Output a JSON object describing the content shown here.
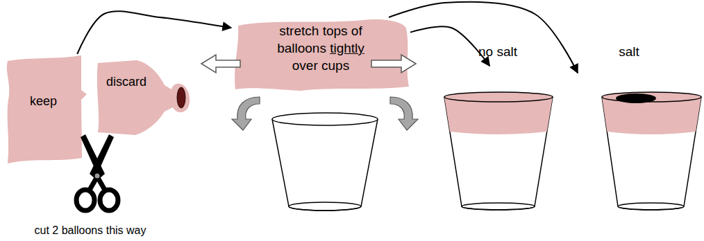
{
  "diagram": {
    "nodes": [
      {
        "text": [
          "keep"
        ]
      },
      {
        "text": [
          "discard"
        ]
      },
      {
        "text": [
          "stretch tops of balloons tightly over cups"
        ]
      },
      {
        "text": [
          "no salt"
        ]
      },
      {
        "text": [
          "salt"
        ]
      }
    ],
    "edges": [
      {
        "from": 0,
        "to": 2,
        "arrow": "to"
      },
      {
        "from": 2,
        "to": 3,
        "arrow": "to"
      },
      {
        "from": 2,
        "to": 4,
        "arrow": "to"
      }
    ],
    "labels": [
      "cut 2 balloons this way"
    ]
  }
}
